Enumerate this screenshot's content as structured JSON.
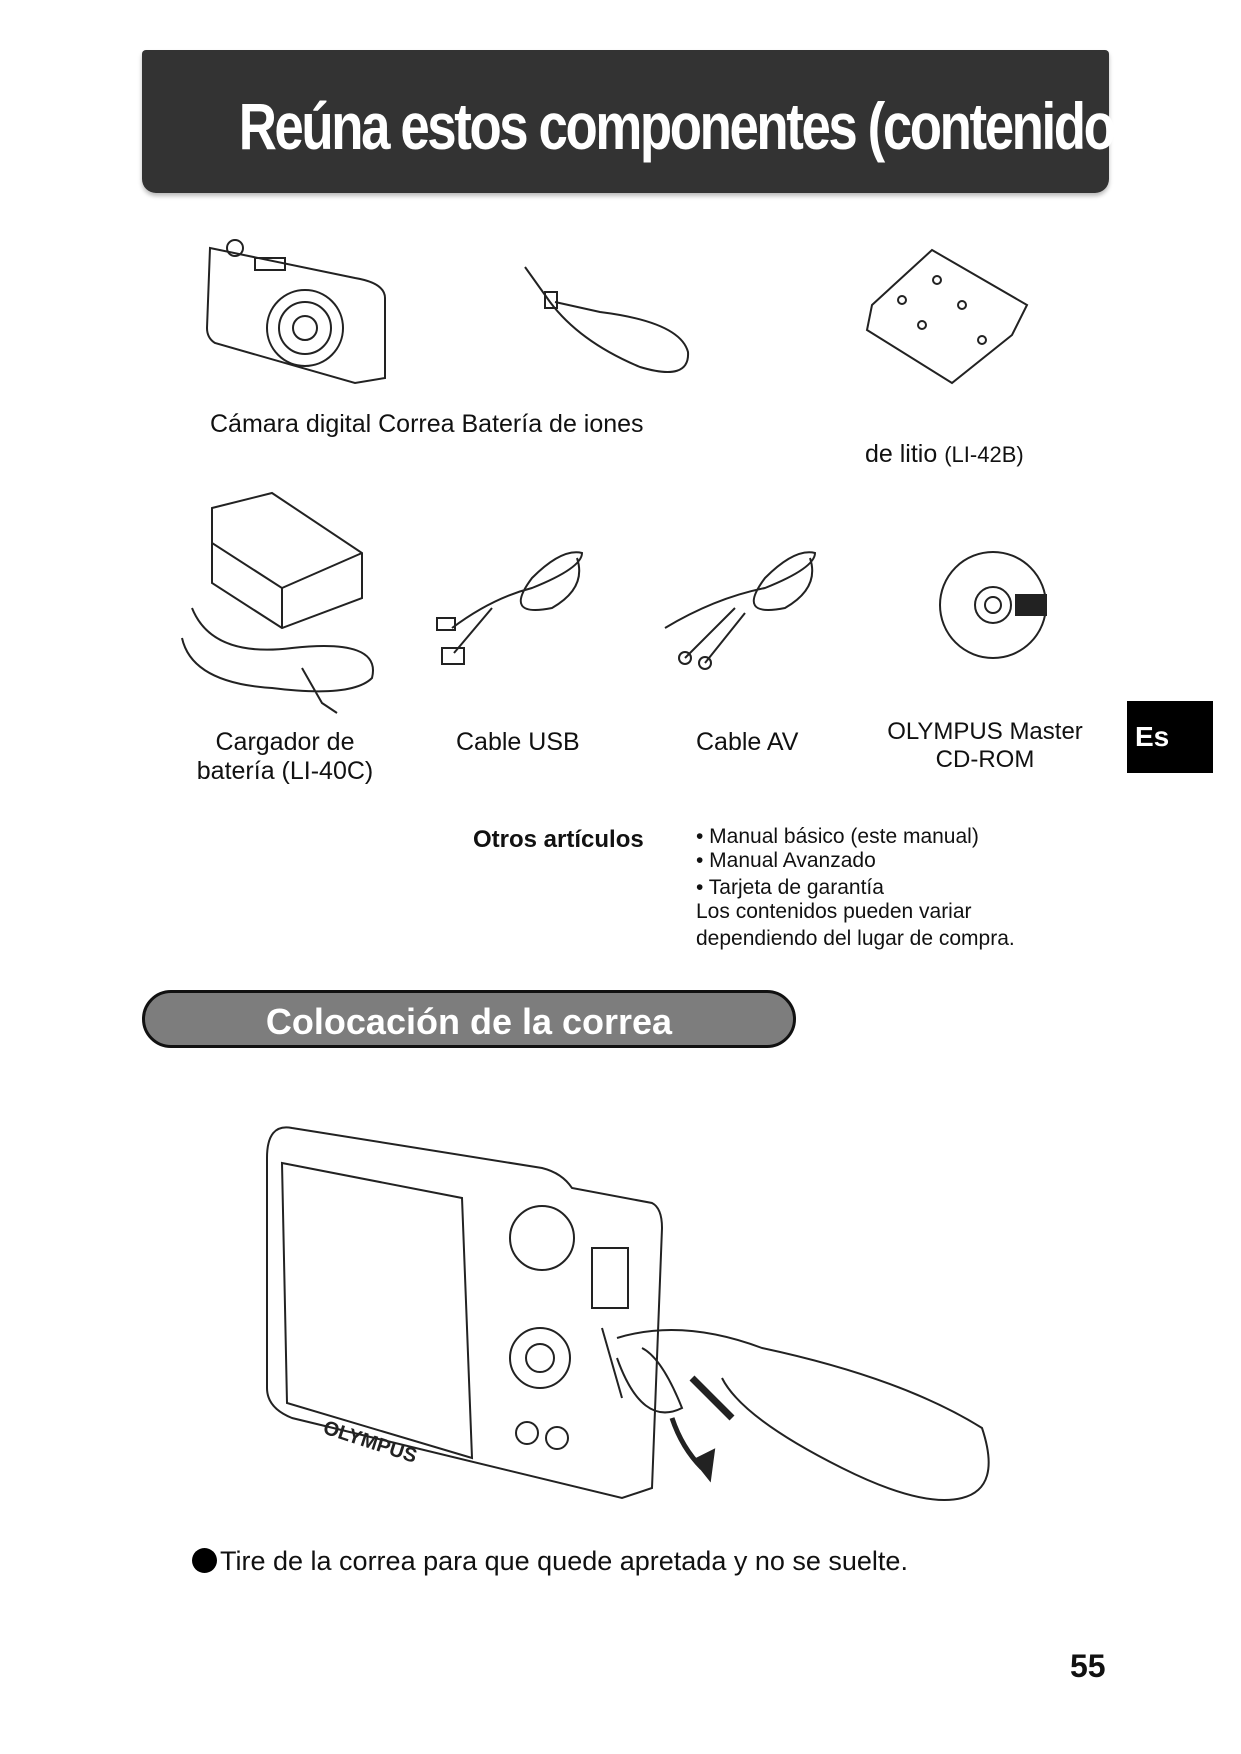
{
  "header": {
    "title": "Reúna estos componentes (contenido de la caja)"
  },
  "components": {
    "row1_label": "Cámara digital Correa Batería de iones",
    "battery_label_cont": "de litio",
    "battery_model": "(LI-42B)",
    "charger_label_1": "Cargador de",
    "charger_label_2": "batería (LI-40C)",
    "usb_label": "Cable USB",
    "av_label": "Cable AV",
    "cd_label_1": "OLYMPUS Master",
    "cd_label_2": "CD-ROM"
  },
  "language_tab": "Es",
  "others": {
    "heading": "Otros artículos",
    "items": [
      "• Manual básico (este manual)",
      "• Manual Avanzado",
      "• Tarjeta de garantía"
    ],
    "note_1": "Los contenidos pueden variar",
    "note_2": "dependiendo del lugar de compra."
  },
  "section": {
    "title": "Colocación de la correa"
  },
  "instruction": "Tire de la correa para que quede apretada y no se suelte.",
  "brand_logo": "OLYMPUS",
  "page_number": "55"
}
